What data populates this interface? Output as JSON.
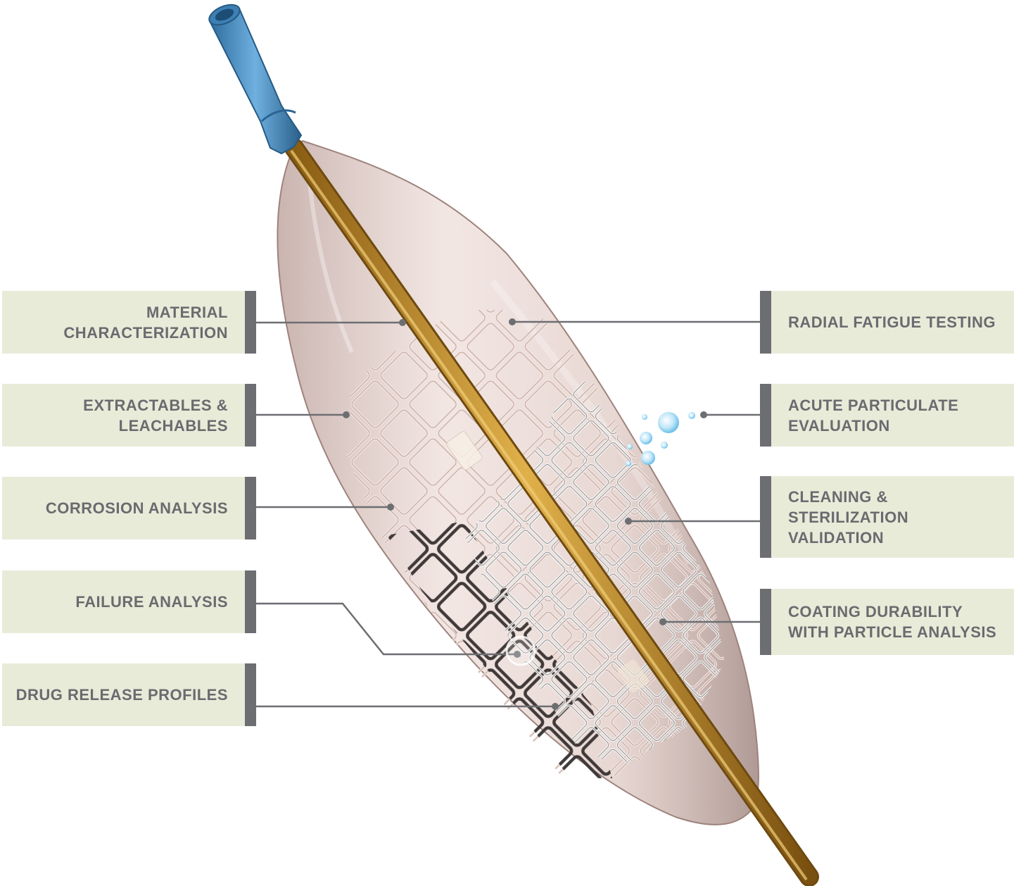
{
  "colors": {
    "label_bg": "#e9ebd9",
    "label_text": "#6a6b6f",
    "label_bar": "#6d6e72",
    "leader_line": "#6d6e72",
    "catheter_tip": "#4a8fc4",
    "shaft": "#c8922e",
    "balloon": "#d9bdb5",
    "bubbles": "#8fd0f0"
  },
  "device": {
    "name": "balloon-expandable-stent-on-catheter"
  },
  "labels": {
    "left": [
      {
        "text": "MATERIAL\nCHARACTERIZATION"
      },
      {
        "text": "EXTRACTABLES &\nLEACHABLES"
      },
      {
        "text": "CORROSION ANALYSIS"
      },
      {
        "text": "FAILURE ANALYSIS"
      },
      {
        "text": "DRUG RELEASE PROFILES"
      }
    ],
    "right": [
      {
        "text": "RADIAL FATIGUE TESTING"
      },
      {
        "text": "ACUTE PARTICULATE\nEVALUATION"
      },
      {
        "text": "CLEANING &\nSTERILIZATION\nVALIDATION"
      },
      {
        "text": "COATING DURABILITY\nWITH PARTICLE ANALYSIS"
      }
    ]
  }
}
